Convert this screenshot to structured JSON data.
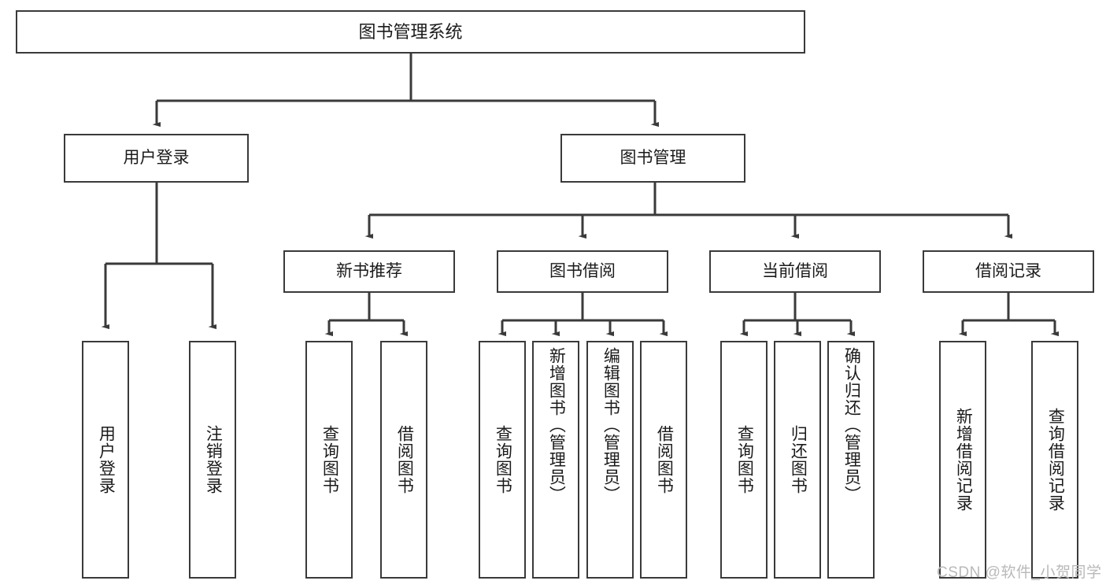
{
  "diagram": {
    "title": "图书管理系统",
    "root": {
      "label": "图书管理系统"
    },
    "level2": [
      {
        "label": "用户登录"
      },
      {
        "label": "图书管理"
      }
    ],
    "level3": [
      {
        "label": "新书推荐"
      },
      {
        "label": "图书借阅"
      },
      {
        "label": "当前借阅"
      },
      {
        "label": "借阅记录"
      }
    ],
    "leaves": {
      "user_login": [
        {
          "label": "用户登录"
        },
        {
          "label": "注销登录"
        }
      ],
      "new_book_recommend": [
        {
          "label": "查询图书"
        },
        {
          "label": "借阅图书"
        }
      ],
      "book_borrow": [
        {
          "label": "查询图书"
        },
        {
          "label": "新增图书（管理员）"
        },
        {
          "label": "编辑图书（管理员）"
        },
        {
          "label": "借阅图书"
        }
      ],
      "current_borrow": [
        {
          "label": "查询图书"
        },
        {
          "label": "归还图书"
        },
        {
          "label": "确认归还（管理员）"
        }
      ],
      "borrow_records": [
        {
          "label": "新增借阅记录"
        },
        {
          "label": "查询借阅记录"
        }
      ]
    },
    "watermark": "CSDN @软件_小贺同学",
    "colors": {
      "border": "#3a3a3a",
      "text": "#1b1b1b",
      "background": "#ffffff",
      "watermark": "#b9b9b9"
    }
  }
}
